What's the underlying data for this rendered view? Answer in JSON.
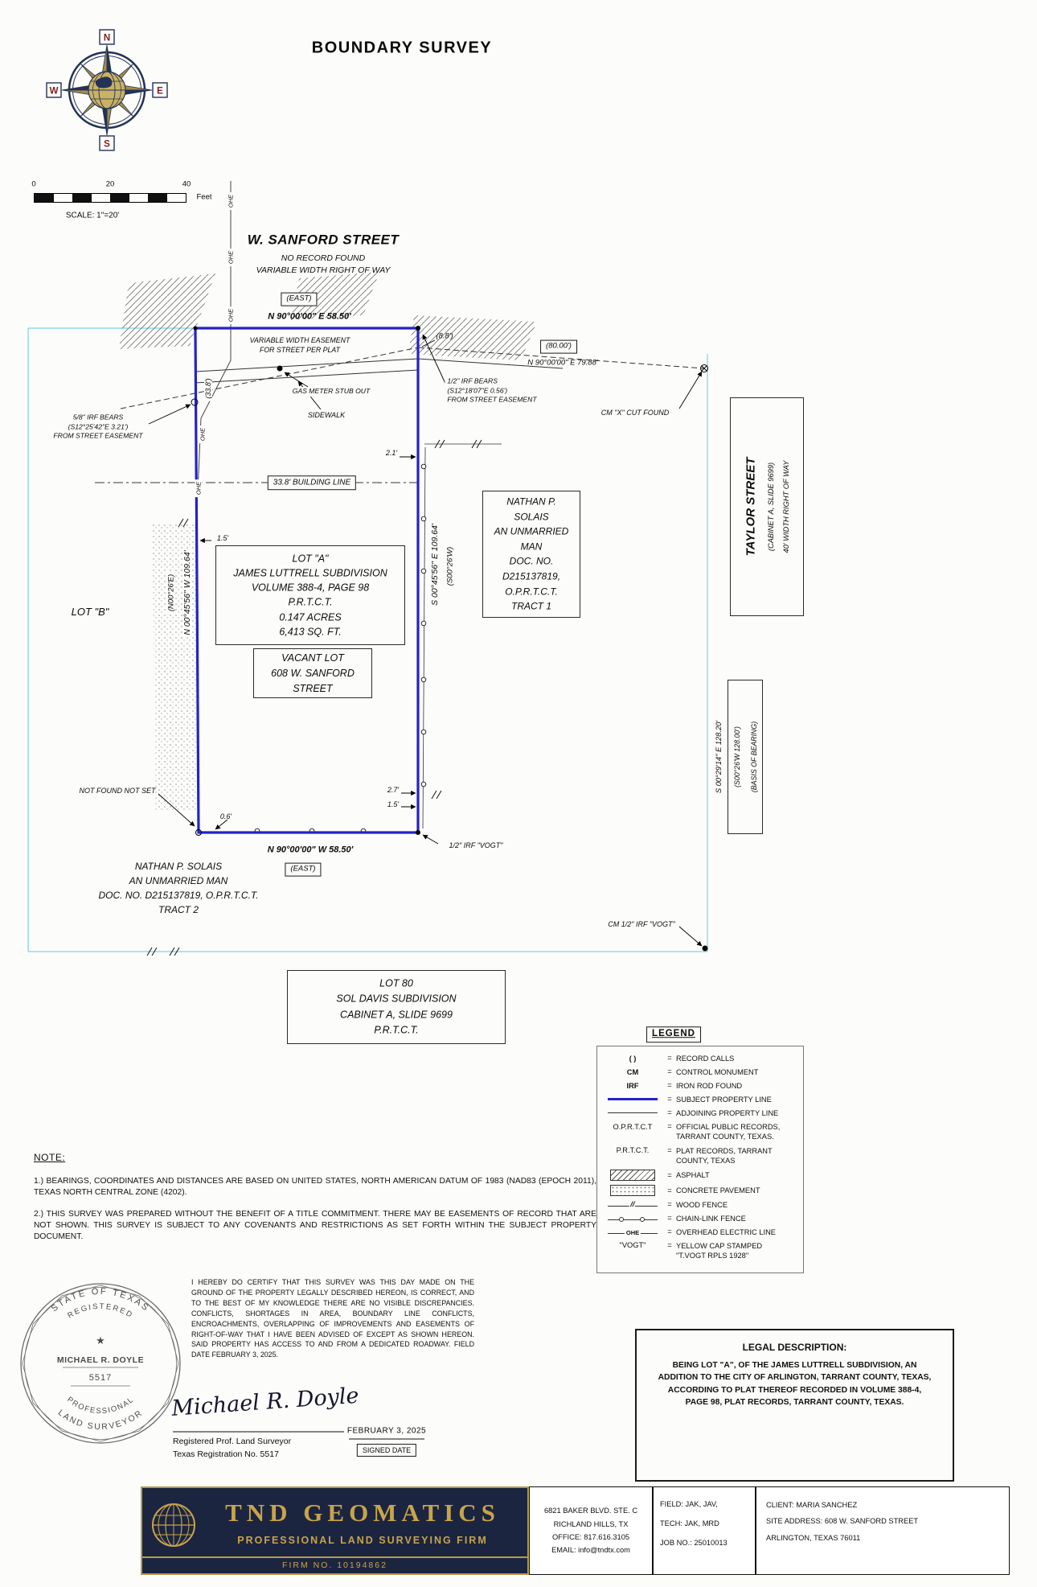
{
  "title": "BOUNDARY SURVEY",
  "compass": {
    "n": "N",
    "e": "E",
    "s": "S",
    "w": "W"
  },
  "scalebar": {
    "t0": "0",
    "t1": "20",
    "t2": "40",
    "unit": "Feet",
    "label": "SCALE: 1\"=20'"
  },
  "street": {
    "name": "W. SANFORD STREET",
    "sub1": "NO RECORD FOUND",
    "sub2": "VARIABLE WIDTH RIGHT OF WAY"
  },
  "plat": {
    "top_record": "(EAST)",
    "top_bearing": "N 90°00'00\" E 58.50'",
    "easement_note": "VARIABLE WIDTH EASEMENT\nFOR STREET PER PLAT",
    "dim_88": "(8.8')",
    "ext_record": "(80.00')",
    "ext_bearing": "N 90°00'00\" E 79.88'",
    "irf_ne": "1/2\" IRF BEARS\n(S12°18'07\"E 0.56')\nFROM STREET EASEMENT",
    "gas_meter": "GAS METER STUB OUT",
    "sidewalk": "SIDEWALK",
    "cm_x": "CM \"X\" CUT FOUND",
    "irf_nw": "5/8\" IRF BEARS\n(S12°25'42\"E 3.21')\nFROM STREET EASEMENT",
    "dim_338": "(33.8')",
    "ohe": "OHE",
    "dim_21": "2.1'",
    "building_line": "33.8' BUILDING LINE",
    "tract1": "NATHAN P.\nSOLAIS\nAN UNMARRIED\nMAN\nDOC. NO.\nD215137819,\nO.P.R.T.C.T.\nTRACT 1",
    "lot_a": "LOT \"A\"\nJAMES LUTTRELL SUBDIVISION\nVOLUME 388-4, PAGE 98\nP.R.T.C.T.\n0.147 ACRES\n6,413 SQ. FT.",
    "vacant": "VACANT LOT\n608 W. SANFORD\nSTREET",
    "lot_b": "LOT \"B\"",
    "west_bearing": "N 00°45'56\" W 109.64'",
    "west_record": "(N00°26'E)",
    "east_bearing": "S 00°45'56\" E 109.64'",
    "east_record": "(S00°26'W)",
    "dim_15w": "1.5'",
    "taylor_name": "TAYLOR STREET",
    "taylor_cab": "(CABINET A, SLIDE 9699)",
    "taylor_row": "40' WIDTH RIGHT OF WAY",
    "basis_bearing": "S 00°29'14\" E 128.20'",
    "basis_record": "(S00°26'W 128.00')",
    "basis_note": "(BASIS OF BEARING)",
    "not_found": "NOT FOUND NOT SET",
    "dim_06": "0.6'",
    "dim_27": "2.7'",
    "dim_15s": "1.5'",
    "bottom_bearing": "N 90°00'00\" W 58.50'",
    "bottom_record": "(EAST)",
    "irf_vogt": "1/2\" IRF \"VOGT\"",
    "tract2": "NATHAN P. SOLAIS\nAN UNMARRIED MAN\nDOC. NO. D215137819, O.P.R.T.C.T.\nTRACT 2",
    "cm_vogt": "CM 1/2\" IRF \"VOGT\"",
    "lot80": "LOT 80\nSOL DAVIS SUBDIVISION\nCABINET A, SLIDE 9699\nP.R.T.C.T."
  },
  "legend": {
    "title": "LEGEND",
    "eq": "=",
    "items": [
      {
        "sym": "( )",
        "desc": "RECORD CALLS"
      },
      {
        "sym": "CM",
        "desc": "CONTROL MONUMENT"
      },
      {
        "sym": "IRF",
        "desc": "IRON ROD FOUND"
      },
      {
        "sym": "",
        "desc": "SUBJECT PROPERTY LINE"
      },
      {
        "sym": "",
        "desc": "ADJOINING PROPERTY LINE"
      },
      {
        "sym": "O.P.R.T.C.T",
        "desc": "OFFICIAL PUBLIC RECORDS,\nTARRANT COUNTY, TEXAS."
      },
      {
        "sym": "P.R.T.C.T.",
        "desc": "PLAT RECORDS, TARRANT\nCOUNTY, TEXAS"
      },
      {
        "sym": "",
        "desc": "ASPHALT"
      },
      {
        "sym": "",
        "desc": "CONCRETE PAVEMENT"
      },
      {
        "sym": "//",
        "desc": "WOOD FENCE"
      },
      {
        "sym": "",
        "desc": "CHAIN-LINK FENCE"
      },
      {
        "sym": "OHE",
        "desc": "OVERHEAD ELECTRIC LINE"
      },
      {
        "sym": "\"VOGT\"",
        "desc": "YELLOW CAP STAMPED\n\"T.VOGT RPLS 1928\""
      }
    ]
  },
  "note": {
    "title": "NOTE:",
    "n1": "1.) BEARINGS, COORDINATES AND DISTANCES ARE BASED ON UNITED STATES, NORTH AMERICAN DATUM OF 1983 (NAD83 (EPOCH 2011), TEXAS NORTH CENTRAL ZONE (4202).",
    "n2": "2.) THIS SURVEY WAS PREPARED WITHOUT THE BENEFIT OF A TITLE COMMITMENT. THERE MAY BE EASEMENTS OF RECORD THAT ARE NOT SHOWN. THIS SURVEY  IS SUBJECT TO ANY COVENANTS AND RESTRICTIONS AS SET FORTH WITHIN THE SUBJECT PROPERTY DOCUMENT."
  },
  "cert": {
    "body": "I HEREBY DO CERTIFY THAT THIS SURVEY WAS THIS DAY MADE ON THE GROUND OF THE PROPERTY LEGALLY DESCRIBED HEREON, IS CORRECT, AND TO THE BEST OF MY KNOWLEDGE THERE ARE NO VISIBLE DISCREPANCIES. CONFLICTS, SHORTAGES IN AREA, BOUNDARY LINE CONFLICTS, ENCROACHMENTS, OVERLAPPING OF IMPROVEMENTS AND EASEMENTS OF RIGHT-OF-WAY THAT I HAVE BEEN ADVISED OF EXCEPT AS SHOWN HEREON. SAID PROPERTY HAS ACCESS TO AND FROM A DEDICATED ROADWAY. FIELD DATE FEBRUARY 3, 2025."
  },
  "stamp": {
    "arc_top": "STATE OF TEXAS",
    "arc_mid": "REGISTERED",
    "name": "MICHAEL R. DOYLE",
    "number": "5517",
    "arc_bot_inner": "PROFESSIONAL",
    "arc_bot_outer": "LAND SURVEYOR",
    "star": "★"
  },
  "signature": {
    "script": "Michael R. Doyle",
    "title": "Registered Prof. Land Surveyor",
    "reg": "Texas Registration No. 5517",
    "date": "FEBRUARY 3, 2025",
    "date_label": "SIGNED DATE"
  },
  "legal": {
    "title": "LEGAL DESCRIPTION:",
    "body": "BEING LOT \"A\", OF THE JAMES LUTTRELL SUBDIVISION, AN ADDITION TO THE CITY OF ARLINGTON, TARRANT COUNTY, TEXAS, ACCORDING TO PLAT THEREOF RECORDED IN VOLUME 388-4, PAGE 98, PLAT RECORDS, TARRANT COUNTY, TEXAS."
  },
  "footer": {
    "firm": "TND GEOMATICS",
    "tagline": "PROFESSIONAL LAND SURVEYING FIRM",
    "firm_no": "FIRM NO. 10194862",
    "address": "6821 BAKER BLVD. STE. C\nRICHLAND HILLS, TX\nOFFICE: 817.616.3105\nEMAIL: info@tndtx.com",
    "field": "FIELD: JAK, JAV,\nTECH: JAK, MRD\nJOB NO.: 25010013",
    "client": "CLIENT: MARIA SANCHEZ\nSITE ADDRESS: 608 W. SANFORD STREET\nARLINGTON, TEXAS 76011"
  },
  "colors": {
    "property_line": "#2323c8",
    "adjoiner_line": "#8fdce8",
    "navy": "#1c2540",
    "gold": "#c8a44a"
  }
}
